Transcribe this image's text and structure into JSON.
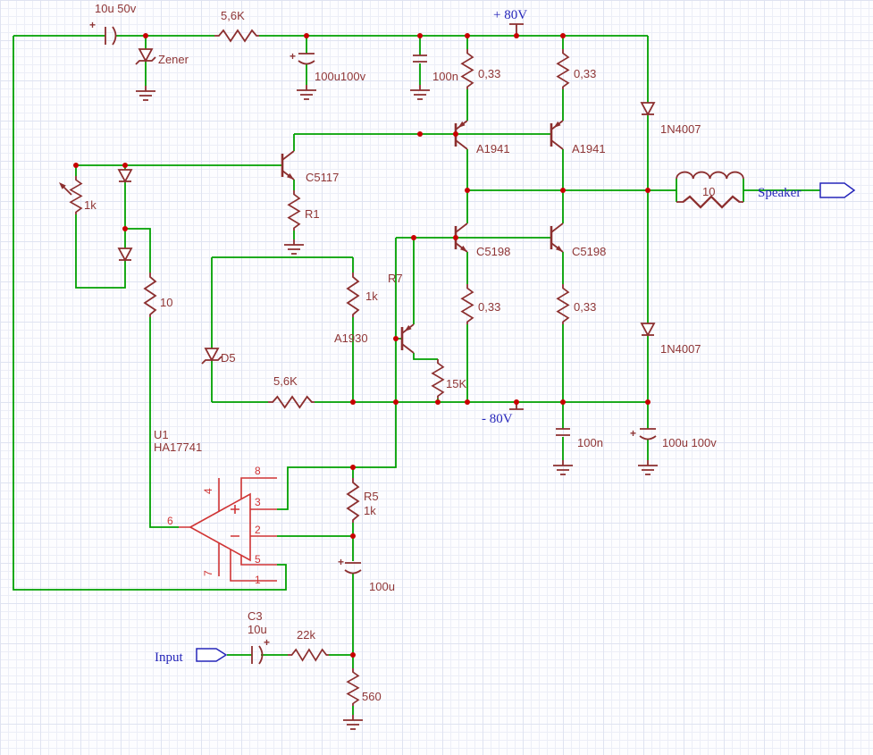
{
  "colors": {
    "wire": "#00A000",
    "component": "#8C2F2F",
    "label": "#8F3636",
    "opamp_pin": "#D03535",
    "port_blue": "#2626BA",
    "junction": "#C80000"
  },
  "symbols": {
    "plus": "+"
  },
  "schematic": {
    "supply": {
      "input_cap": "10u 50v",
      "series_resistor": "5,6K",
      "zener": "Zener",
      "filter_cap_large": "100u100v",
      "filter_cap_small": "100n",
      "vplus": "+ 80V",
      "vminus": "- 80V",
      "neg_cap_small": "100n",
      "neg_cap_large": "100u 100v"
    },
    "output_stage": {
      "pnp_left": "A1941",
      "pnp_right": "A1941",
      "npn_left": "C5198",
      "npn_right": "C5198",
      "res_top_left": "0,33",
      "res_top_right": "0,33",
      "res_bottom_left": "0,33",
      "res_bottom_right": "0,33",
      "diode_top": "1N4007",
      "diode_bottom": "1N4007",
      "output_network": "10",
      "speaker_port": "Speaker"
    },
    "driver": {
      "predriver": "C5117",
      "r1": "R1",
      "pot": "1k",
      "r10": "10",
      "r_mid_ref": "R7",
      "r_mid_val": "1k",
      "bias_transistor": "A1930",
      "r15k": "15K",
      "d5": "D5",
      "r56k": "5,6K"
    },
    "opamp": {
      "ref": "U1",
      "part": "HA17741",
      "pin1": "1",
      "pin2": "2",
      "pin3": "3",
      "pin4": "4",
      "pin5": "5",
      "pin6": "6",
      "pin7": "7",
      "pin8": "8"
    },
    "input_fb": {
      "r5_ref": "R5",
      "r5_val": "1k",
      "fb_cap": "100u",
      "c3_ref": "C3",
      "c3_val": "10u",
      "input_port": "Input",
      "r22k": "22k",
      "r560": "560"
    }
  }
}
